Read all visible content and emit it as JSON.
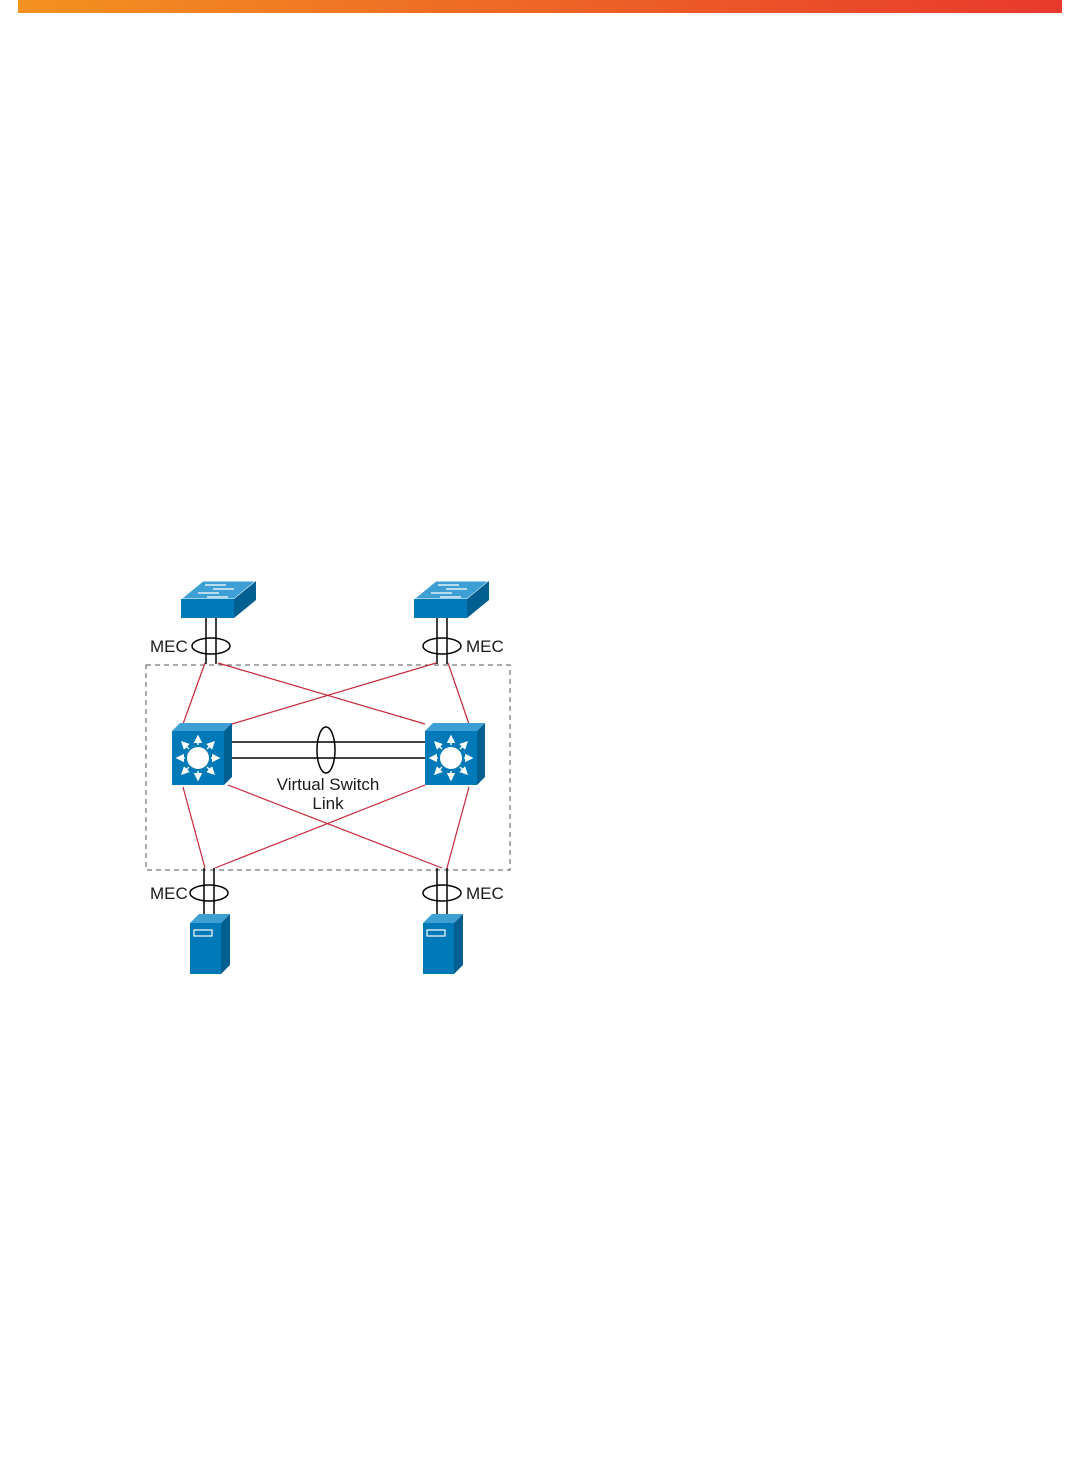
{
  "colors": {
    "bar_start": "#f39220",
    "bar_end": "#e8392c",
    "device_blue": "#0079b8",
    "device_blue_dark": "#005e91",
    "link_red": "#c8263a",
    "link_black": "#000000"
  },
  "diagram": {
    "mec_label": "MEC",
    "vsl_label_line1": "Virtual Switch",
    "vsl_label_line2": "Link",
    "icons": {
      "access_switch": "access-switch-icon",
      "core_switch": "multilayer-switch-icon",
      "server": "server-icon"
    }
  }
}
